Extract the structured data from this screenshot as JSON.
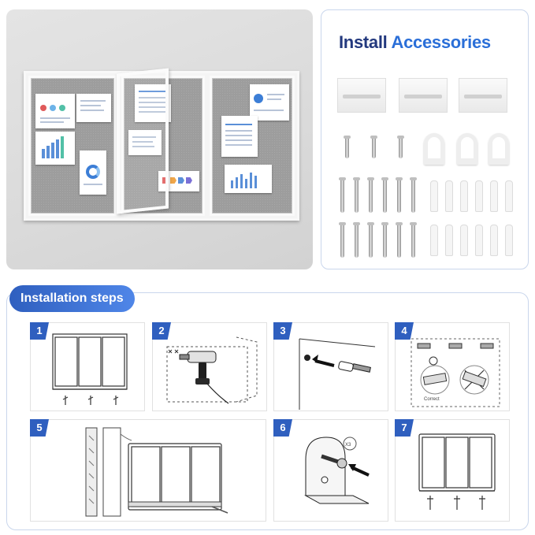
{
  "accessories": {
    "title_part1": "Install",
    "title_part2": "Accessories",
    "title_color": "#23397e",
    "accent_color": "#2b6fd8"
  },
  "steps": {
    "label": "Installation steps",
    "label_color": "#3a6fd6",
    "items": [
      {
        "number": "1"
      },
      {
        "number": "2"
      },
      {
        "number": "3"
      },
      {
        "number": "4",
        "annotation": "Correct"
      },
      {
        "number": "5"
      },
      {
        "number": "6",
        "annotation": "X3"
      },
      {
        "number": "7"
      }
    ]
  }
}
